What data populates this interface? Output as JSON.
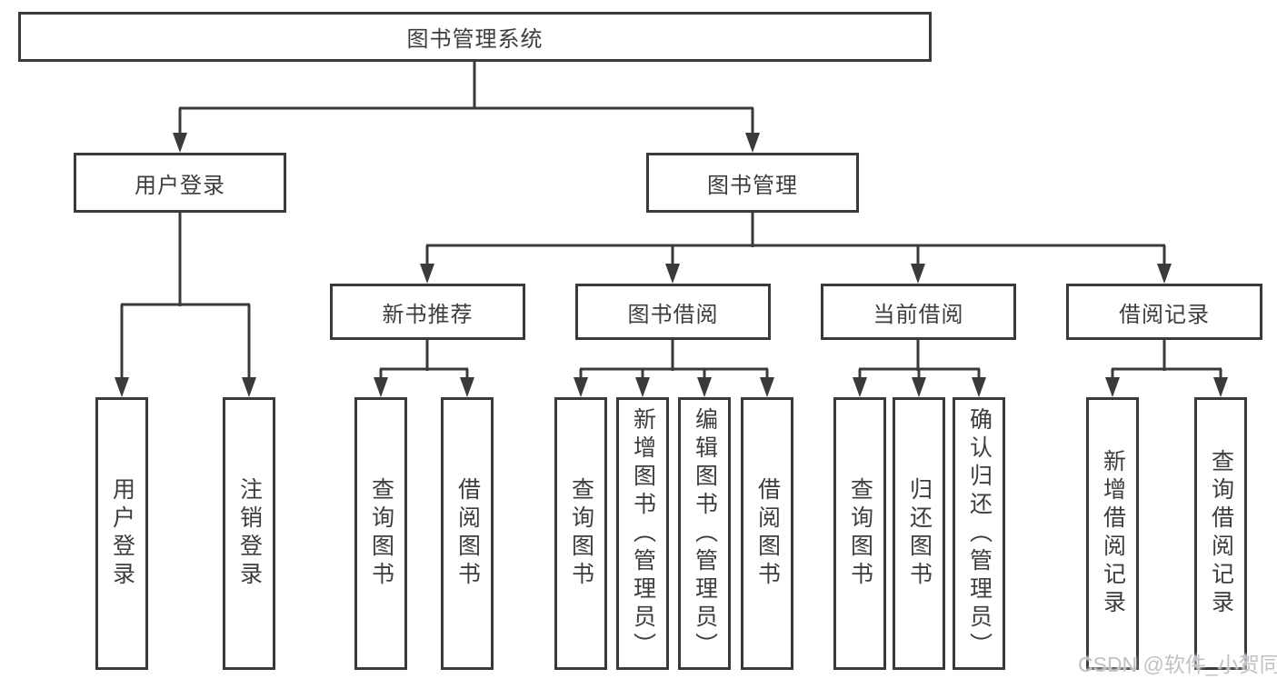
{
  "diagram": {
    "title": "图书管理系统",
    "root": {
      "label": "图书管理系统"
    },
    "level2": {
      "user_login": {
        "label": "用户登录"
      },
      "book_mgmt": {
        "label": "图书管理"
      }
    },
    "level3": {
      "new_books": {
        "label": "新书推荐"
      },
      "book_borrow": {
        "label": "图书借阅"
      },
      "current_borrow": {
        "label": "当前借阅"
      },
      "borrow_records": {
        "label": "借阅记录"
      }
    },
    "leaves": {
      "user_login": {
        "label": "用户登录"
      },
      "logout": {
        "label": "注销登录"
      },
      "nb_query_books": {
        "label": "查询图书"
      },
      "nb_borrow_books": {
        "label": "借阅图书"
      },
      "bb_query_books": {
        "label": "查询图书"
      },
      "bb_add_books": {
        "label": "新增图书（管理员）"
      },
      "bb_edit_books": {
        "label": "编辑图书（管理员）"
      },
      "bb_borrow_books": {
        "label": "借阅图书"
      },
      "cb_query_books": {
        "label": "查询图书"
      },
      "cb_return_books": {
        "label": "归还图书"
      },
      "cb_confirm_return": {
        "label": "确认归还（管理员）"
      },
      "rec_add_record": {
        "label": "新增借阅记录"
      },
      "rec_query_record": {
        "label": "查询借阅记录"
      }
    },
    "watermark": "CSDN @软件_小贺同学",
    "colors": {
      "line": "#3a3a3a",
      "text": "#3d3d3d",
      "watermark": "#bfc2c5",
      "background": "#ffffff"
    }
  }
}
